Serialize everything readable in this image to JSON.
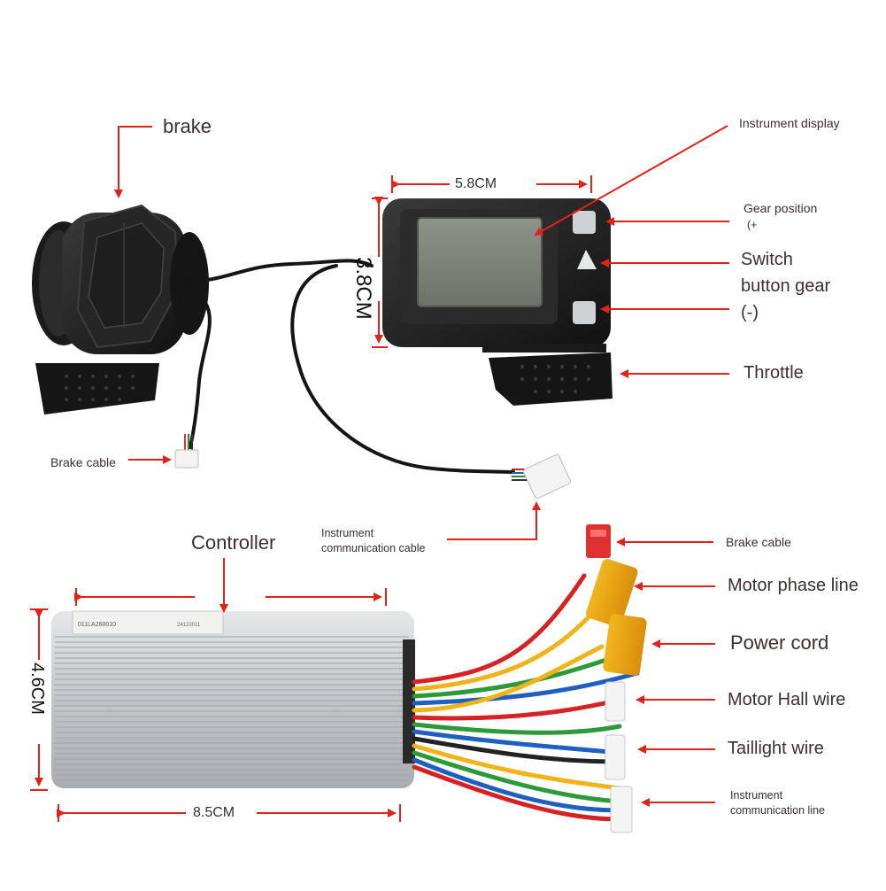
{
  "labels": {
    "brake": "brake",
    "instrument_display": "Instrument display",
    "gear_position": "Gear position",
    "gear_position_plus": "(+",
    "switch_button_gear_line1": "Switch",
    "switch_button_gear_line2": "button gear",
    "switch_button_gear_minus": "(-)",
    "throttle": "Throttle",
    "brake_cable_left": "Brake cable",
    "instrument_comm_cable_line1": "Instrument",
    "instrument_comm_cable_line2": "communication cable",
    "controller": "Controller",
    "brake_cable_right": "Brake cable",
    "motor_phase_line": "Motor phase line",
    "power_cord": "Power cord",
    "motor_hall_wire": "Motor Hall wire",
    "taillight_wire": "Taillight wire",
    "instrument_comm_line_line1": "Instrument",
    "instrument_comm_line_line2": "communication line"
  },
  "dimensions": {
    "display_width": "5.8CM",
    "display_height": "3.8CM",
    "controller_height": "4.6CM",
    "controller_length": "8.5CM"
  },
  "controller_sticker": {
    "serial": "011LA260010",
    "date": "24122011"
  },
  "colors": {
    "arrow": "#e2231a",
    "label_text": "#3b2f2f",
    "dimension_line": "#e2231a",
    "controller_body": "#c9ccce",
    "device_body": "#1c1c1c"
  }
}
